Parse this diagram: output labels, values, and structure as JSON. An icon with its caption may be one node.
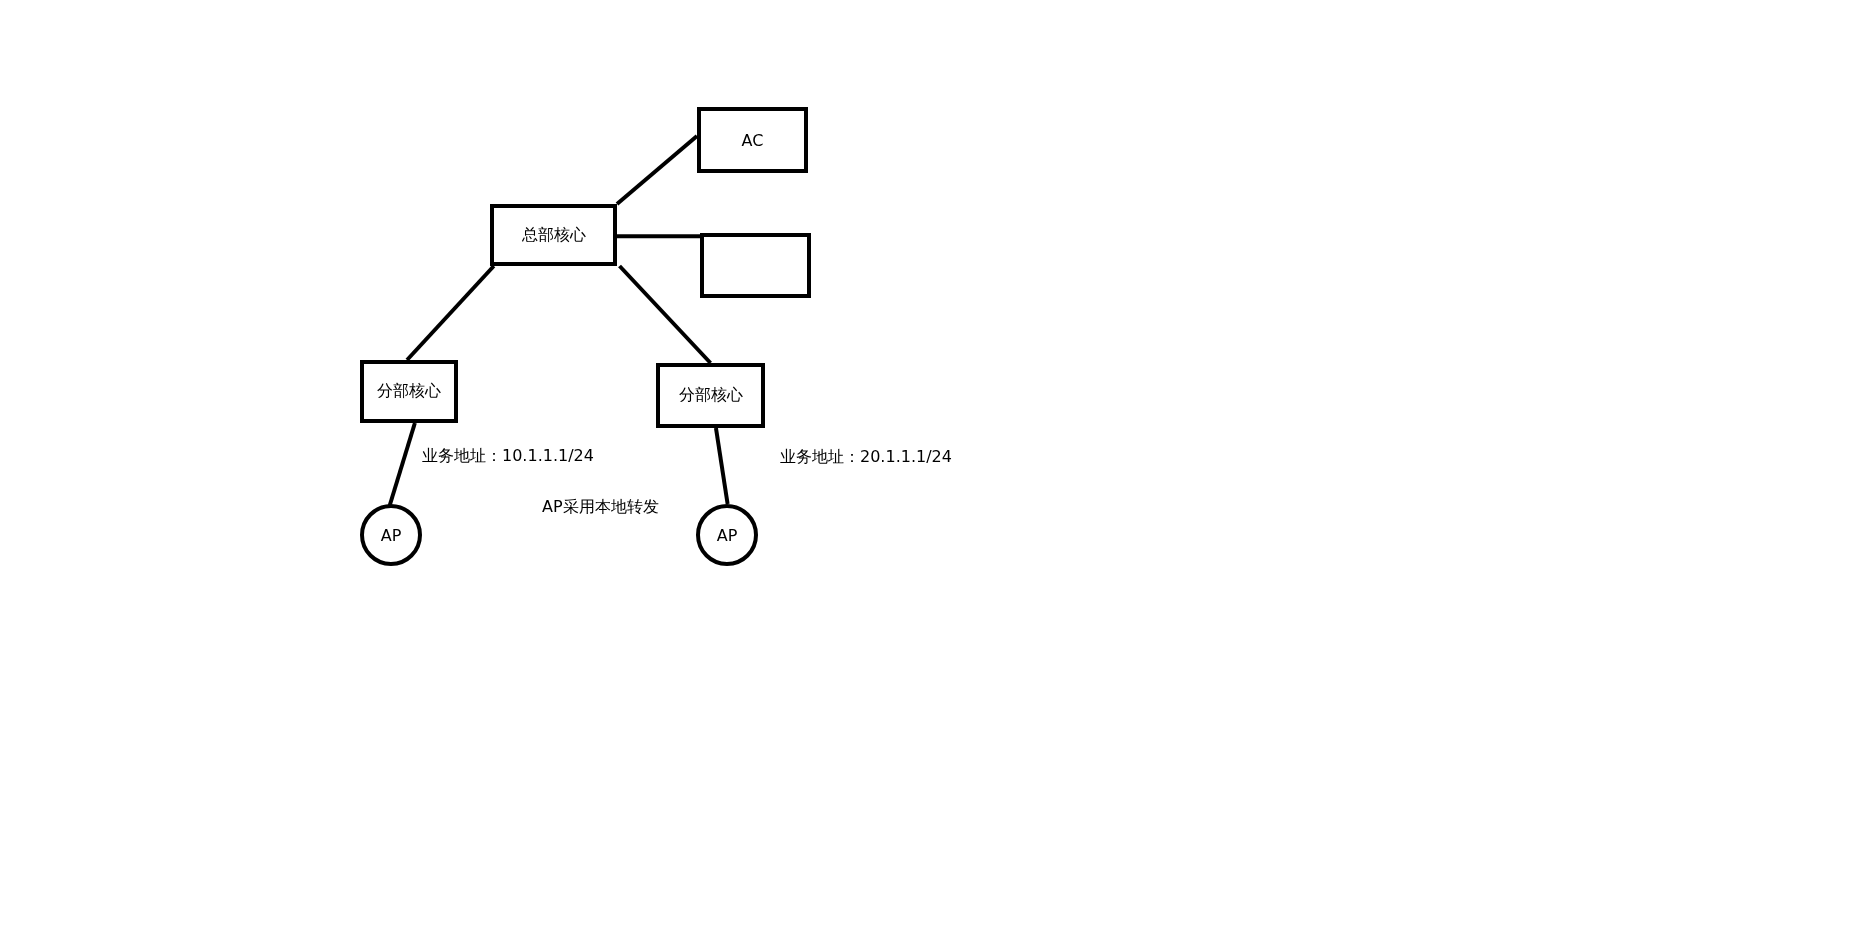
{
  "diagram": {
    "nodes": [
      {
        "text": [
          "AC"
        ]
      },
      {
        "text": [
          "总部核心"
        ]
      },
      {
        "text": [],
        "shape": "box"
      },
      {
        "text": [
          "分部核心"
        ]
      },
      {
        "text": [
          "分部核心"
        ]
      },
      {
        "text": [
          "AP"
        ]
      },
      {
        "text": [
          "AP"
        ]
      }
    ],
    "edges": [
      {
        "from": 1,
        "to": 0,
        "arrow": "none"
      },
      {
        "from": 1,
        "to": 2,
        "arrow": "none"
      },
      {
        "from": 1,
        "to": 3,
        "arrow": "none"
      },
      {
        "from": 1,
        "to": 4,
        "arrow": "none"
      },
      {
        "from": 3,
        "to": 5,
        "arrow": "none"
      },
      {
        "from": 4,
        "to": 6,
        "arrow": "none"
      }
    ],
    "labels": [
      "业务地址：10.1.1.1/24",
      "业务地址：20.1.1.1/24",
      "AP采用本地转发"
    ]
  }
}
